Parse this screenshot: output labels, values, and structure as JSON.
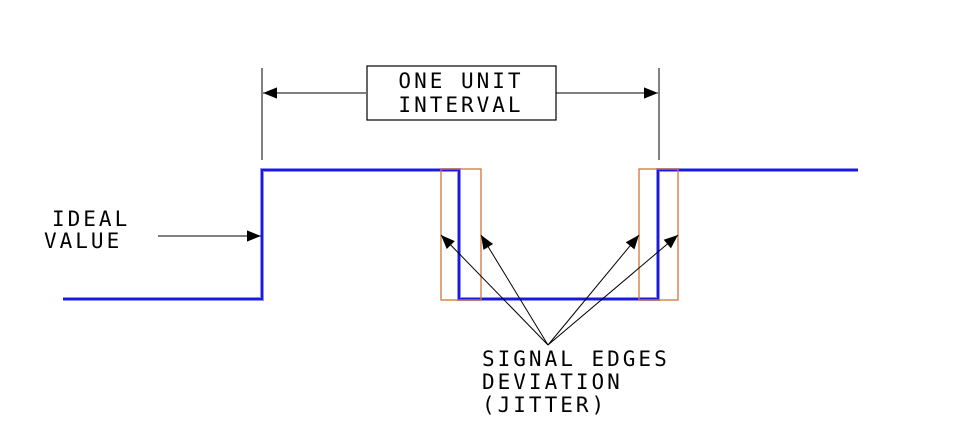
{
  "labels": {
    "unit_interval_line1": "ONE UNIT",
    "unit_interval_line2": "INTERVAL",
    "ideal_line1": "IDEAL",
    "ideal_line2": "VALUE",
    "jitter_line1": "SIGNAL EDGES",
    "jitter_line2": "DEVIATION",
    "jitter_line3": "(JITTER)"
  },
  "colors": {
    "signal": "#1a1adf",
    "jitter_box": "#d0763a",
    "ink": "#000000"
  }
}
